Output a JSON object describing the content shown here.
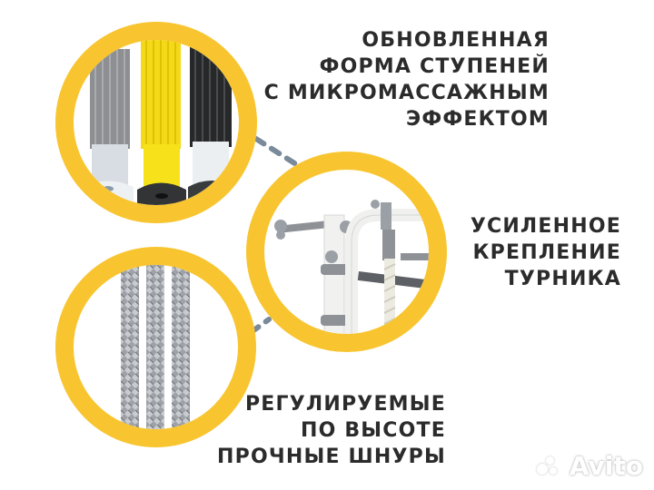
{
  "features": [
    {
      "id": "steps",
      "icon": "step-rungs-photo",
      "lines": [
        "ОБНОВЛЕННАЯ",
        "ФОРМА СТУПЕНЕЙ",
        "С МИКРОМАССАЖНЫМ",
        "ЭФФЕКТОМ"
      ]
    },
    {
      "id": "bar-mount",
      "icon": "pullup-bar-mount-photo",
      "lines": [
        "УСИЛЕННОЕ",
        "КРЕПЛЕНИЕ",
        "ТУРНИКА"
      ]
    },
    {
      "id": "cords",
      "icon": "braided-cords-photo",
      "lines": [
        "РЕГУЛИРУЕМЫЕ",
        "ПО ВЫСОТЕ",
        "ПРОЧНЫЕ ШНУРЫ"
      ]
    }
  ],
  "watermark": {
    "label": "Avito",
    "icon": "avito-logo-icon"
  },
  "colors": {
    "ring": "#f8c531",
    "text": "#2b2b2b",
    "connector": "#7a8a9a",
    "background": "#ffffff"
  }
}
